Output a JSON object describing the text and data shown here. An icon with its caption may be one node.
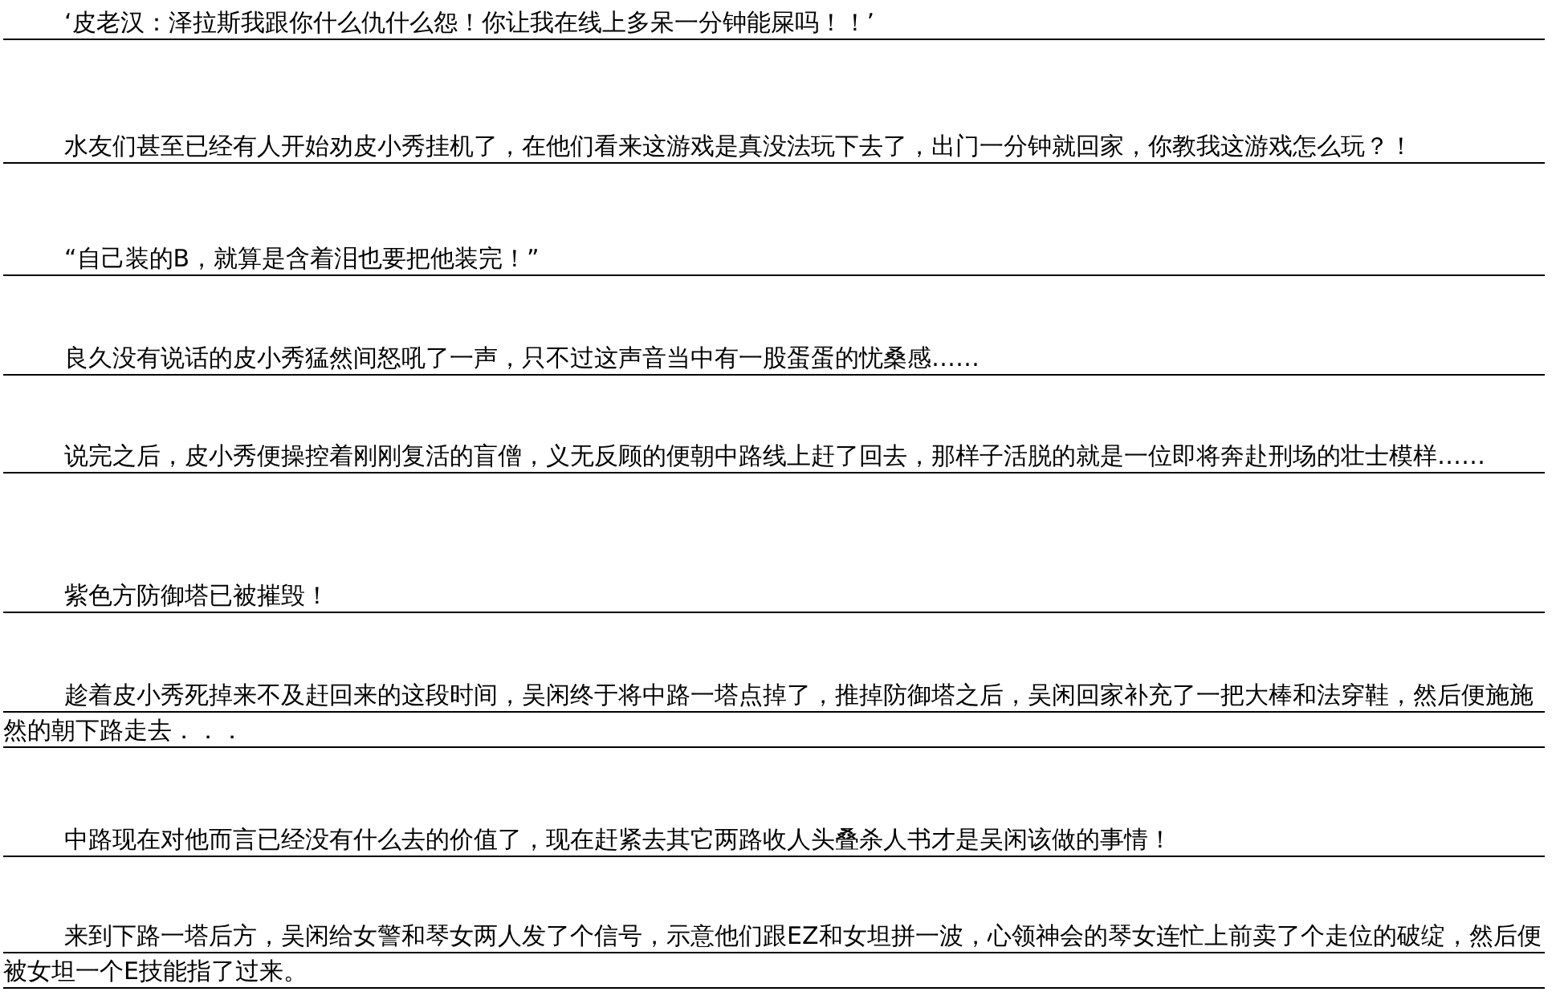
{
  "diagram": {
    "labels": [
      "‘皮老汉：泽拉斯我跟你什么仇什么怨！你让我在线上多呆一分钟能屎吗！！’",
      "水友们甚至已经有人开始劝皮小秀挂机了，在他们看来这游戏是真没法玩下去了，出门一分钟就回家，你教我这游戏怎么玩？！",
      "“自己装的B，就算是含着泪也要把他装完！”",
      "良久没有说话的皮小秀猛然间怒吼了一声，只不过这声音当中有一股蛋蛋的忧桑感……",
      "说完之后，皮小秀便操控着刚刚复活的盲僧，义无反顾的便朝中路线上赶了回去，那样子活脱的就是一位即将奔赴刑场的壮士模样……",
      "紫色方防御塔已被摧毁！",
      "趁着皮小秀死掉来不及赶回来的这段时间，吴闲终于将中路一塔点掉了，推掉防御塔之后，吴闲回家补充了一把大棒和法穿鞋，然后便施施然的朝下路走去．．．",
      "中路现在对他而言已经没有什么去的价值了，现在赶紧去其它两路收人头叠杀人书才是吴闲该做的事情！",
      "来到下路一塔后方，吴闲给女警和琴女两人发了个信号，示意他们跟EZ和女坦拼一波，心领神会的琴女连忙上前卖了个走位的破绽，然后便被女坦一个E技能指了过来。"
    ]
  }
}
